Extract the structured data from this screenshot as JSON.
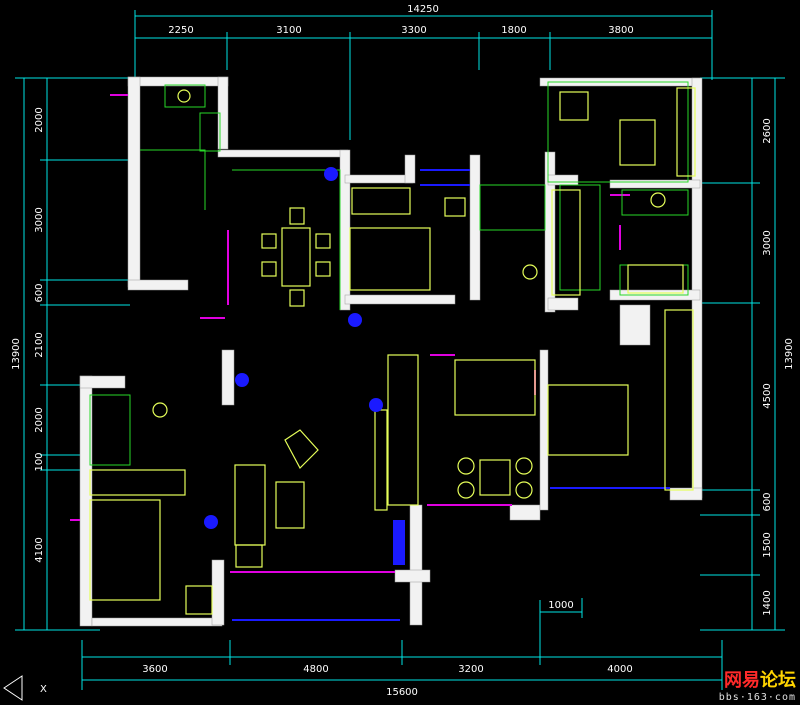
{
  "dimensions": {
    "top_total": "14250",
    "top_segments": [
      "2250",
      "3100",
      "3300",
      "1800",
      "3800"
    ],
    "bottom_total": "15600",
    "bottom_segments": [
      "3600",
      "4800",
      "3200",
      "4000"
    ],
    "left_total": "13900",
    "left_segments": [
      "2000",
      "3000",
      "600",
      "2100",
      "2000",
      "100",
      "4100"
    ],
    "right_total": "13900",
    "right_segments": [
      "2600",
      "3000",
      "4500",
      "600",
      "1500",
      "1400"
    ],
    "balcony_width": "1000"
  },
  "axis_marker": "X",
  "watermark": {
    "site_name_red": "网易",
    "site_name_yellow": "论坛",
    "url": "bbs·163·com"
  },
  "colors": {
    "background": "#000000",
    "dimension_lines": "#00e5e5",
    "walls": "#f2f2f2",
    "furniture": "#e6ff59",
    "doors": "#e000e0",
    "windows": "#1a1aff",
    "fixtures": "#28d828"
  }
}
